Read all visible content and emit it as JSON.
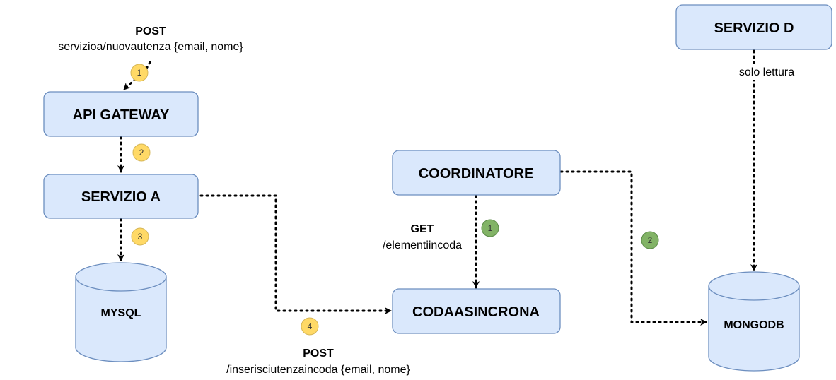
{
  "nodes": {
    "api_gateway": "API GATEWAY",
    "servizio_a": "SERVIZIO A",
    "mysql": "MYSQL",
    "coordinatore": "COORDINATORE",
    "codaasincrona": "CODAASINCRONA",
    "servizio_d": "SERVIZIO D",
    "mongodb": "MONGODB"
  },
  "labels": {
    "post_top_method": "POST",
    "post_top_path": "servizioa/nuovautenza {email, nome}",
    "get_method": "GET",
    "get_path": "/elementiincoda",
    "post_bottom_method": "POST",
    "post_bottom_path": "/inserisciutenzaincoda {email, nome}",
    "solo_lettura": "solo lettura"
  },
  "steps": {
    "yellow": [
      "1",
      "2",
      "3",
      "4"
    ],
    "green": [
      "1",
      "2"
    ]
  },
  "colors": {
    "node_fill": "#dae8fc",
    "node_stroke": "#6c8ebf",
    "step_yellow_fill": "#ffd966",
    "step_yellow_stroke": "#d6b656",
    "step_green_fill": "#82b366",
    "step_green_stroke": "#5a8a46"
  }
}
